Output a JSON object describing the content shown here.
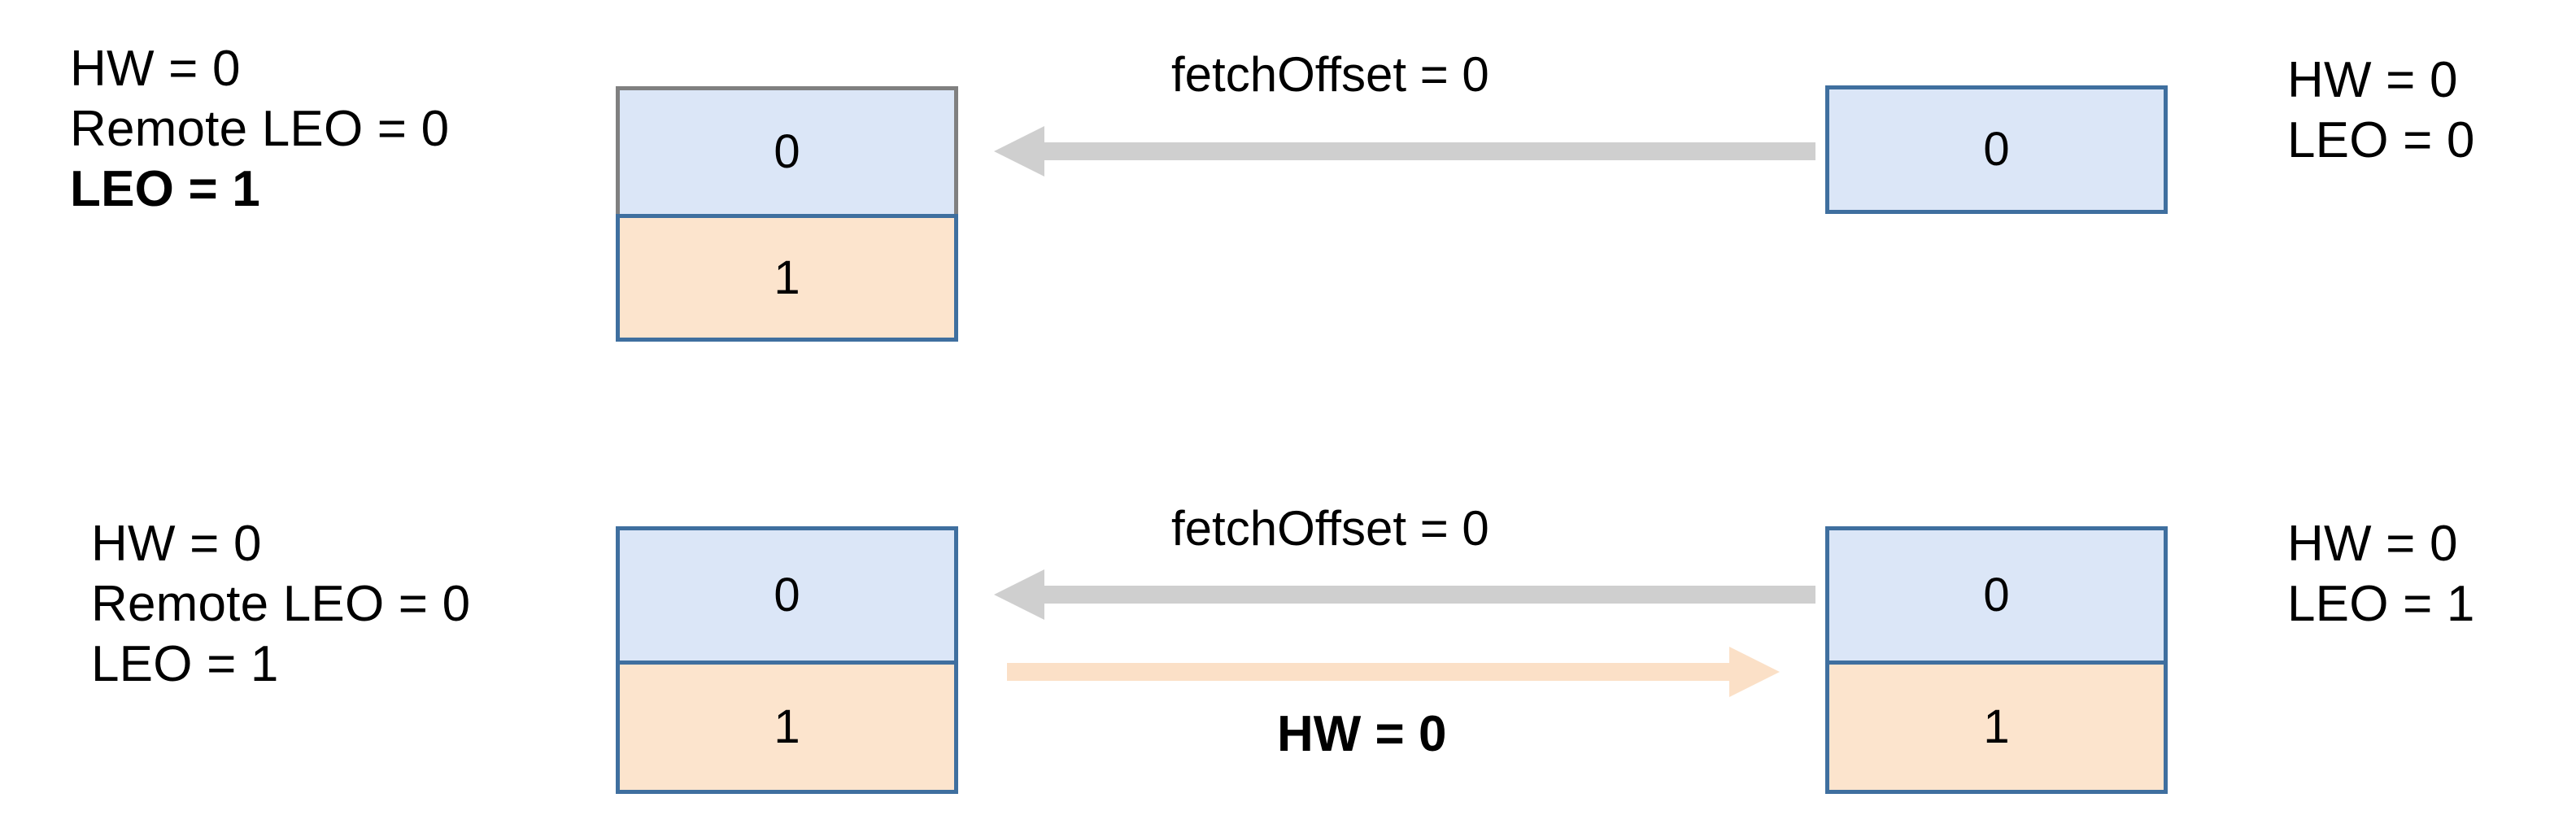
{
  "diagram": {
    "title": "Kafka follower fetch HW/LEO propagation",
    "colors": {
      "cell_blue": "#dbe6f7",
      "cell_orange": "#fce4cd",
      "border_blue": "#3f6f9f",
      "border_gray": "#808080",
      "arrow_gray": "#cfcfcf",
      "arrow_orange": "#fbe0c7",
      "background": "#ffffff",
      "text": "#000000"
    },
    "rows": [
      {
        "id": "row-top",
        "leader": {
          "labels": [
            {
              "text": "HW = 0",
              "bold": false
            },
            {
              "text": "Remote LEO = 0",
              "bold": false
            },
            {
              "text": "LEO = 1",
              "bold": true
            }
          ],
          "cells": [
            {
              "value": "0",
              "color": "blue"
            },
            {
              "value": "1",
              "color": "orange"
            }
          ]
        },
        "arrows": [
          {
            "id": "fetch-request-top",
            "caption": "fetchOffset = 0",
            "caption_bold": false,
            "direction": "left",
            "color": "gray"
          }
        ],
        "follower": {
          "cells": [
            {
              "value": "0",
              "color": "blue"
            }
          ],
          "labels": [
            {
              "text": "HW = 0",
              "bold": false
            },
            {
              "text": "LEO = 0",
              "bold": false
            }
          ]
        }
      },
      {
        "id": "row-bottom",
        "leader": {
          "labels": [
            {
              "text": "HW = 0",
              "bold": false
            },
            {
              "text": "Remote LEO = 0",
              "bold": false
            },
            {
              "text": "LEO = 1",
              "bold": false
            }
          ],
          "cells": [
            {
              "value": "0",
              "color": "blue"
            },
            {
              "value": "1",
              "color": "orange"
            }
          ]
        },
        "arrows": [
          {
            "id": "fetch-request-bottom",
            "caption": "fetchOffset = 0",
            "caption_bold": false,
            "direction": "left",
            "color": "gray"
          },
          {
            "id": "fetch-response-bottom",
            "caption": "HW = 0",
            "caption_bold": true,
            "direction": "right",
            "color": "orange"
          }
        ],
        "follower": {
          "cells": [
            {
              "value": "0",
              "color": "blue"
            },
            {
              "value": "1",
              "color": "orange"
            }
          ],
          "labels": [
            {
              "text": "HW = 0",
              "bold": false
            },
            {
              "text": "LEO = 1",
              "bold": false
            }
          ]
        }
      }
    ]
  }
}
